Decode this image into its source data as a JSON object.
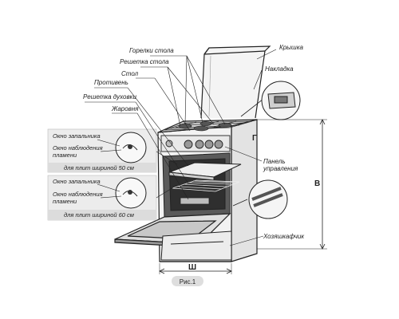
{
  "labels": {
    "gorelki_stola": "Горелки стола",
    "kryshka": "Крышка",
    "reshetka_stola": "Решетка стола",
    "nakladka": "Накладка",
    "stol": "Стол",
    "protiven": "Противень",
    "reshetka_dukhovki": "Решетка духовки",
    "zharovnya": "Жаровня",
    "panel_1": "Панель",
    "panel_2": "управления",
    "khozyashchik": "Хозяшкафчик",
    "dim_height": "В",
    "dim_width": "Ш",
    "marker_g": "Г"
  },
  "callout_top": {
    "okno_zapalnika": "Окно запальника",
    "okno_nablyudeniya_1": "Окно наблюдения",
    "okno_nablyudeniya_2": "пламени",
    "width_note": "для плит шириной 50 см"
  },
  "callout_bottom": {
    "okno_zapalnika": "Окно запальника",
    "okno_nablyudeniya_1": "Окно наблюдения",
    "okno_nablyudeniya_2": "пламени",
    "width_note": "для плит шириной 60 см"
  },
  "caption": "Рис.1"
}
